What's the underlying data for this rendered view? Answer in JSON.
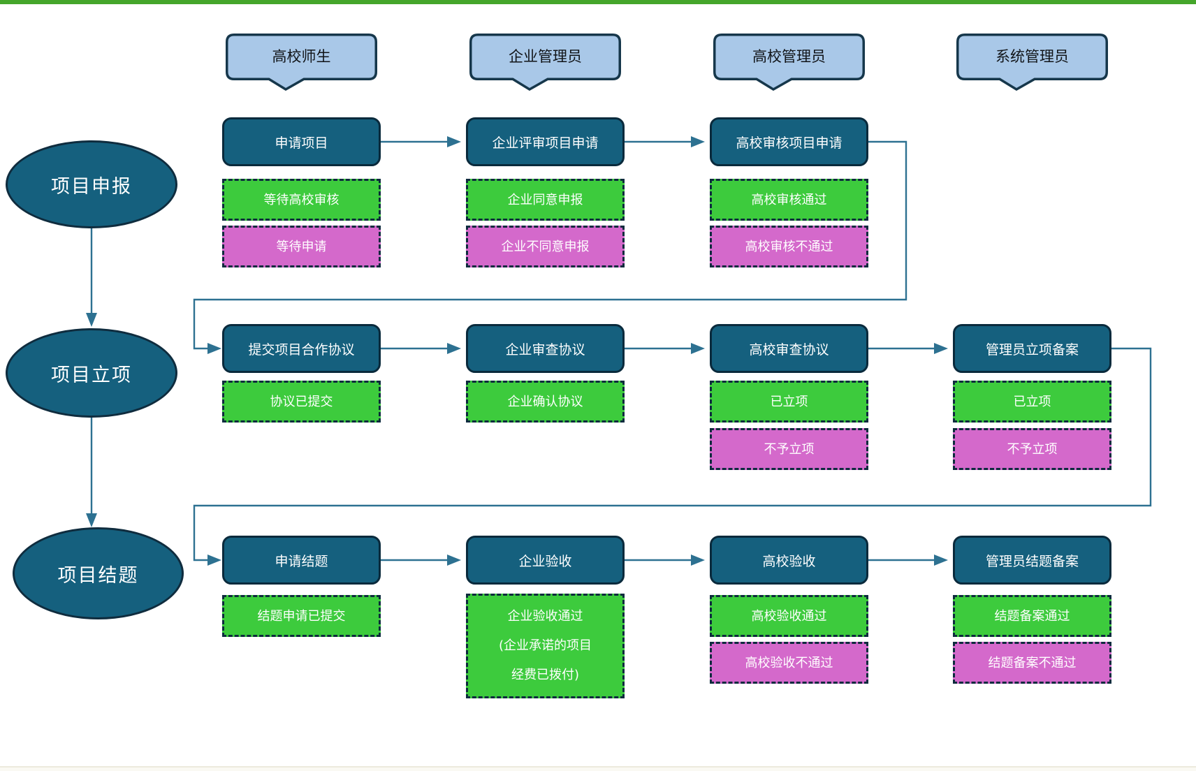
{
  "colors": {
    "accent_bar": "#45a62b",
    "process_fill": "#15607e",
    "header_fill": "#a9c8e8",
    "green_status": "#3dcb3d",
    "magenta_status": "#d469cb",
    "connector": "#2d7191"
  },
  "roles": [
    {
      "label": "高校师生"
    },
    {
      "label": "企业管理员"
    },
    {
      "label": "高校管理员"
    },
    {
      "label": "系统管理员"
    }
  ],
  "phases": [
    {
      "label": "项目申报",
      "steps": [
        {
          "title": "申请项目",
          "statuses": [
            {
              "type": "green",
              "text": "等待高校审核"
            },
            {
              "type": "magenta",
              "text": "等待申请"
            }
          ]
        },
        {
          "title": "企业评审项目申请",
          "statuses": [
            {
              "type": "green",
              "text": "企业同意申报"
            },
            {
              "type": "magenta",
              "text": "企业不同意申报"
            }
          ]
        },
        {
          "title": "高校审核项目申请",
          "statuses": [
            {
              "type": "green",
              "text": "高校审核通过"
            },
            {
              "type": "magenta",
              "text": "高校审核不通过"
            }
          ]
        }
      ]
    },
    {
      "label": "项目立项",
      "steps": [
        {
          "title": "提交项目合作协议",
          "statuses": [
            {
              "type": "green",
              "text": "协议已提交"
            }
          ]
        },
        {
          "title": "企业审查协议",
          "statuses": [
            {
              "type": "green",
              "text": "企业确认协议"
            }
          ]
        },
        {
          "title": "高校审查协议",
          "statuses": [
            {
              "type": "green",
              "text": "已立项"
            },
            {
              "type": "magenta",
              "text": "不予立项"
            }
          ]
        },
        {
          "title": "管理员立项备案",
          "statuses": [
            {
              "type": "green",
              "text": "已立项"
            },
            {
              "type": "magenta",
              "text": "不予立项"
            }
          ]
        }
      ]
    },
    {
      "label": "项目结题",
      "steps": [
        {
          "title": "申请结题",
          "statuses": [
            {
              "type": "green",
              "text": "结题申请已提交"
            }
          ]
        },
        {
          "title": "企业验收",
          "statuses": [
            {
              "type": "green",
              "text": "企业验收通过\n(企业承诺的项目\n经费已拨付)"
            }
          ]
        },
        {
          "title": "高校验收",
          "statuses": [
            {
              "type": "green",
              "text": "高校验收通过"
            },
            {
              "type": "magenta",
              "text": "高校验收不通过"
            }
          ]
        },
        {
          "title": "管理员结题备案",
          "statuses": [
            {
              "type": "green",
              "text": "结题备案通过"
            },
            {
              "type": "magenta",
              "text": "结题备案不通过"
            }
          ]
        }
      ]
    }
  ]
}
